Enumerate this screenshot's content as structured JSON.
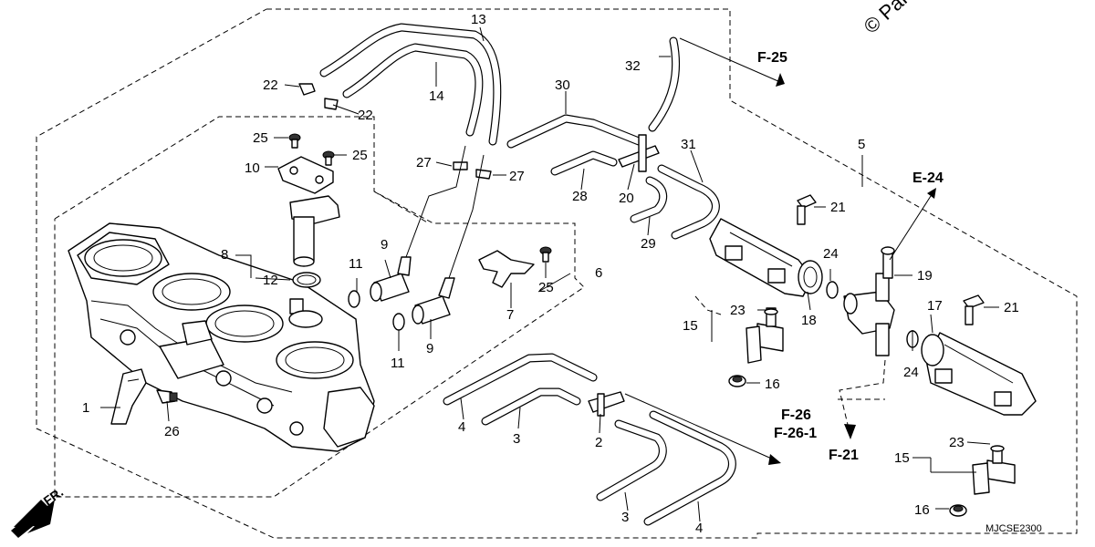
{
  "diagram": {
    "copyright": "© Par",
    "diagram_code": "MJCSE2300",
    "front_label": "FR."
  },
  "callouts": {
    "c1": "1",
    "c2": "2",
    "c3a": "3",
    "c3b": "3",
    "c4a": "4",
    "c4b": "4",
    "c5": "5",
    "c6": "6",
    "c7": "7",
    "c8": "8",
    "c9a": "9",
    "c9b": "9",
    "c10": "10",
    "c11a": "11",
    "c11b": "11",
    "c12": "12",
    "c13": "13",
    "c14": "14",
    "c15a": "15",
    "c15b": "15",
    "c16a": "16",
    "c16b": "16",
    "c17": "17",
    "c18": "18",
    "c19": "19",
    "c20": "20",
    "c21a": "21",
    "c21b": "21",
    "c22a": "22",
    "c22b": "22",
    "c23a": "23",
    "c23b": "23",
    "c24a": "24",
    "c24b": "24",
    "c25a": "25",
    "c25b": "25",
    "c25c": "25",
    "c26": "26",
    "c27a": "27",
    "c27b": "27",
    "c28": "28",
    "c29": "29",
    "c30": "30",
    "c31": "31",
    "c32": "32"
  },
  "references": {
    "f25": "F-25",
    "e24": "E-24",
    "f26": "F-26",
    "f26_1": "F-26-1",
    "f21": "F-21"
  }
}
